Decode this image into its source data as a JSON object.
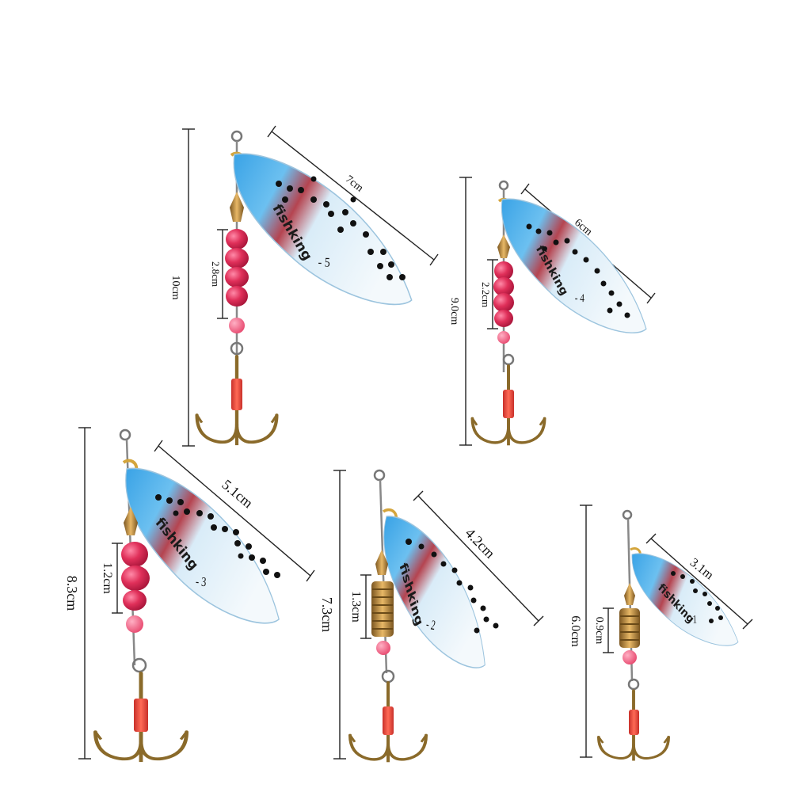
{
  "colors": {
    "background": "#ffffff",
    "blade_blue": "#3fa7e8",
    "blade_white": "#f2f8fc",
    "blade_red": "#b0303a",
    "dots": "#111111",
    "bead": "#e0305a",
    "bead_small": "#f05a7a",
    "hook": "#8a6a2a",
    "tube": "#e84a3a",
    "brass": "#c9943e"
  },
  "lures": [
    {
      "id": "size5",
      "brand": "fishking",
      "size_label": "- 5",
      "blade_length": "7cm",
      "total_length": "10cm",
      "body_length": "2.8cm",
      "body_type": "beads"
    },
    {
      "id": "size4",
      "brand": "fishking",
      "size_label": "- 4",
      "blade_length": "6cm",
      "total_length": "9.0cm",
      "body_length": "2.2cm",
      "body_type": "beads"
    },
    {
      "id": "size3",
      "brand": "fishking",
      "size_label": "- 3",
      "blade_length": "5.1cm",
      "total_length": "8.3cm",
      "body_length": "1.2cm",
      "body_type": "beads"
    },
    {
      "id": "size2",
      "brand": "fishking",
      "size_label": "- 2",
      "blade_length": "4.2cm",
      "total_length": "7.3cm",
      "body_length": "1.3cm",
      "body_type": "spring"
    },
    {
      "id": "size1",
      "brand": "fishking",
      "size_label": "- 1",
      "blade_length": "3.1m",
      "total_length": "6.0cm",
      "body_length": "0.9cm",
      "body_type": "spring"
    }
  ]
}
